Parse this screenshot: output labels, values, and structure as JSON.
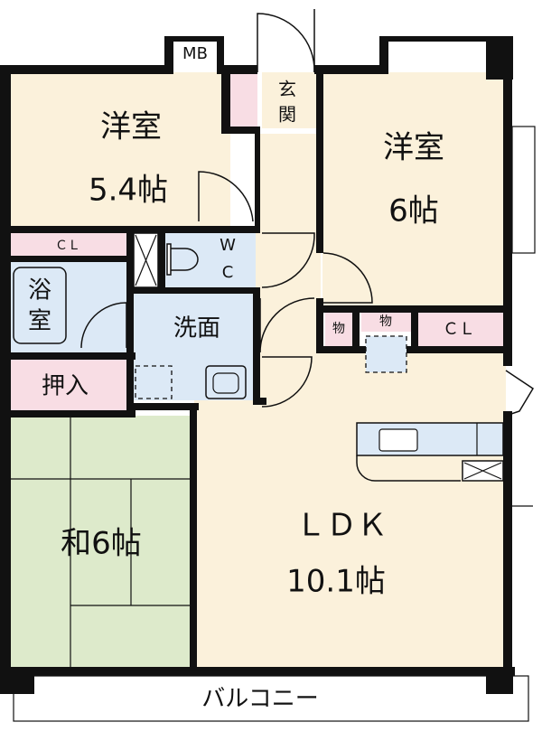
{
  "rooms": {
    "western_1": {
      "name": "洋室",
      "size": "5.4帖"
    },
    "western_2": {
      "name": "洋室",
      "size": "6帖"
    },
    "japanese": {
      "name": "和6帖"
    },
    "ldk": {
      "name": "ＬＤＫ",
      "size": "10.1帖"
    },
    "bath": {
      "name_line1": "浴",
      "name_line2": "室"
    },
    "washroom": {
      "name": "洗面"
    },
    "wc": {
      "line1": "W",
      "line2": "C"
    },
    "entrance": {
      "line1": "玄",
      "line2": "関"
    },
    "closet_left": {
      "name": "ＣＬ"
    },
    "closet_right": {
      "name": "ＣＬ"
    },
    "storage_1": {
      "name": "物"
    },
    "storage_2": {
      "name": "物"
    },
    "oshiire": {
      "name": "押入"
    },
    "mb": {
      "name": "MB"
    },
    "balcony": {
      "name": "バルコニー"
    }
  },
  "colors": {
    "room_fill": "#fbf1db",
    "japanese_fill": "#ddeacb",
    "wet_fill": "#dce9f6",
    "closet_fill": "#f8dde4",
    "wall": "#111111"
  }
}
